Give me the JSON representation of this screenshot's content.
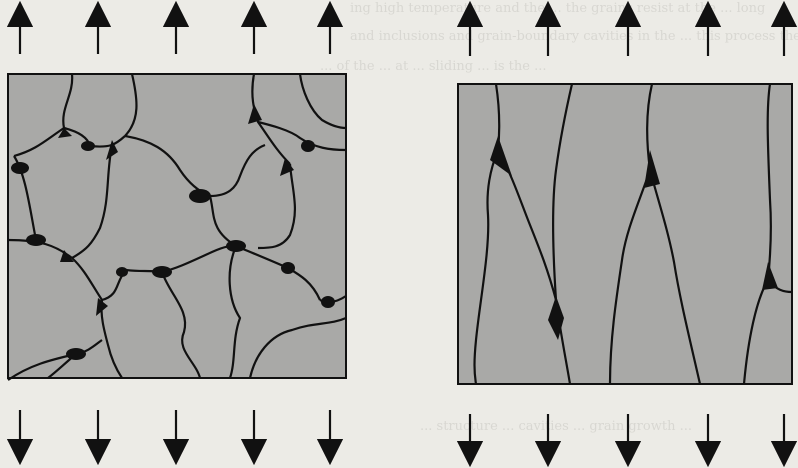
{
  "figure": {
    "left_panel": {
      "top_arrow_count": 5,
      "bottom_arrow_count": 5
    },
    "right_panel": {
      "top_arrow_count": 5,
      "bottom_arrow_count": 5
    },
    "colors": {
      "page": "#ecebe6",
      "grain_fill": "#a9a9a7",
      "line": "#111111",
      "bleed_text": "#c9c8c2"
    }
  }
}
